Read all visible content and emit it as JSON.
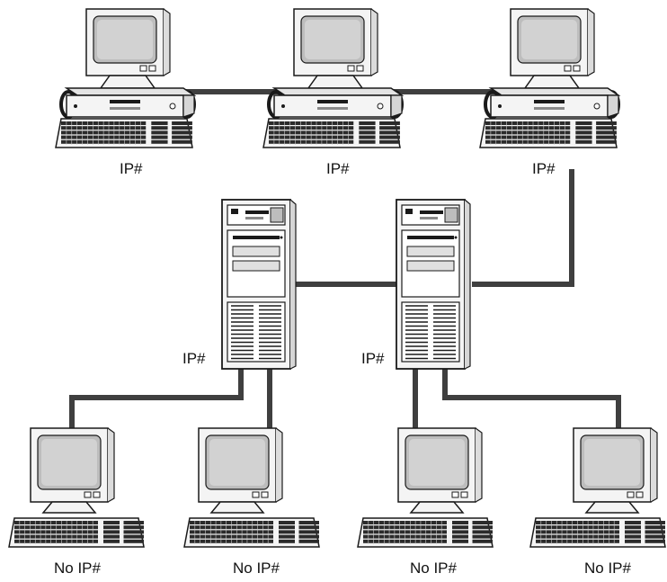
{
  "labels": {
    "ws_left": "IP#",
    "ws_center": "IP#",
    "ws_right": "IP#",
    "server_left": "IP#",
    "server_right": "IP#",
    "client_1": "No IP#",
    "client_2": "No IP#",
    "client_3": "No IP#",
    "client_4": "No IP#"
  },
  "colors": {
    "cable": "#3f3f3f",
    "outline": "#1a1a1a",
    "case": "#f4f4f4",
    "screen": "#d2d2d2",
    "screen_glass": "#bdbdbd",
    "keyboard": "#2b2b2b",
    "detail": "#8a8a8a"
  },
  "icons": {
    "workstation": "desktop-computer-icon",
    "server": "tower-server-icon",
    "client": "monitor-keyboard-icon"
  }
}
